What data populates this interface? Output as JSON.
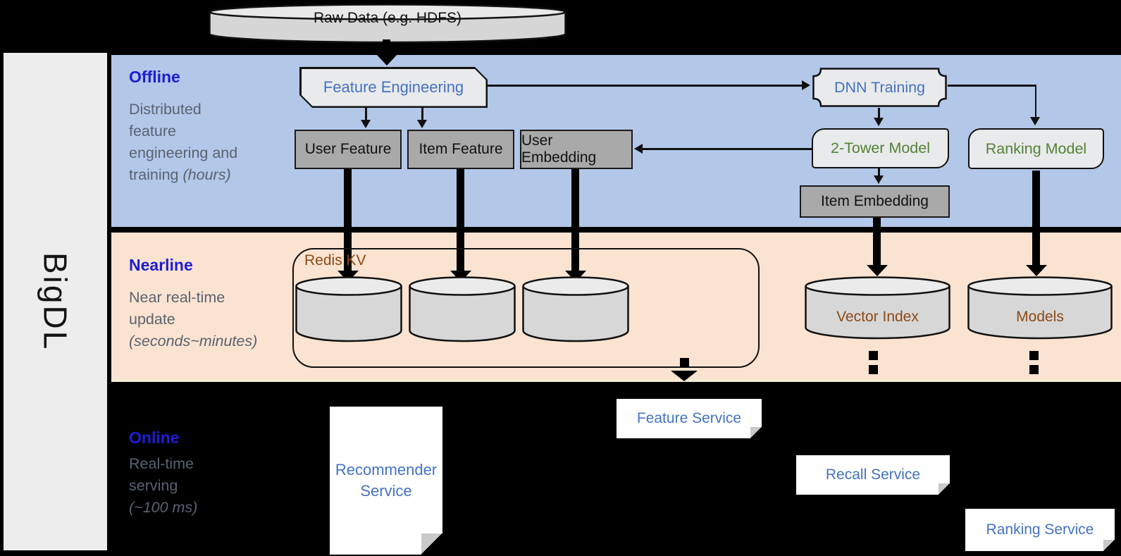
{
  "brand": {
    "label": "BigDL"
  },
  "colors": {
    "band_offline": "#b3c7e8",
    "band_nearline": "#fbe3d1",
    "section_title_blue": "#1d1dd6",
    "description_gray": "#5a6270",
    "node_text_blue": "#4472c4",
    "node_text_green": "#548235",
    "storage_text_brown": "#8c4a16",
    "gray_node_fill": "#a9a9a9",
    "light_node_fill": "#e9eaec"
  },
  "source": {
    "label": "Raw Data (e.g. HDFS)"
  },
  "sections": {
    "offline": {
      "title": "Offline",
      "line1": "Distributed",
      "line2": "feature",
      "line3": "engineering and",
      "line4": "training",
      "line4_note": "(hours)"
    },
    "nearline": {
      "title": "Nearline",
      "line1": "Near real-time",
      "line2": "update",
      "note": "(seconds~minutes)"
    },
    "online": {
      "title": "Online",
      "line1": "Real-time",
      "line2": "serving",
      "note": "(~100 ms)"
    }
  },
  "offline_nodes": {
    "feature_engineering": "Feature Engineering",
    "dnn_training": "DNN Training",
    "user_feature": "User Feature",
    "item_feature": "Item Feature",
    "user_embedding": "User Embedding",
    "two_tower_model": "2-Tower Model",
    "ranking_model": "Ranking Model",
    "item_embedding": "Item Embedding"
  },
  "nearline_nodes": {
    "redis_kv": "Redis KV",
    "vector_index": "Vector Index",
    "models": "Models"
  },
  "online_nodes": {
    "recommender_service": "Recommender Service",
    "feature_service": "Feature Service",
    "recall_service": "Recall Service",
    "ranking_service": "Ranking Service"
  }
}
